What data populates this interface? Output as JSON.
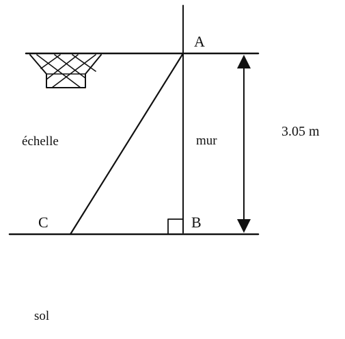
{
  "points": {
    "A": "A",
    "B": "B",
    "C": "C"
  },
  "labels": {
    "ladder": "échelle",
    "wall": "mur",
    "height": "3.05 m",
    "ground": "sol"
  }
}
